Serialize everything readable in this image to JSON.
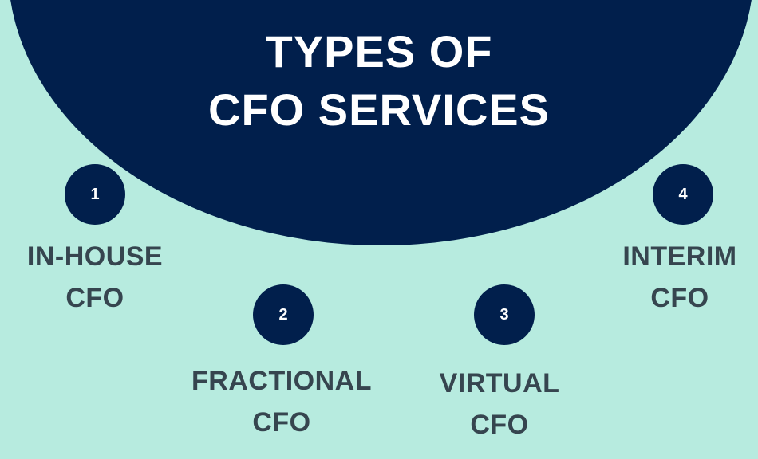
{
  "title": {
    "line1": "TYPES OF",
    "line2": "CFO SERVICES"
  },
  "items": [
    {
      "number": "1",
      "line1": "IN-HOUSE",
      "line2": "CFO"
    },
    {
      "number": "2",
      "line1": "FRACTIONAL",
      "line2": "CFO"
    },
    {
      "number": "3",
      "line1": "VIRTUAL",
      "line2": "CFO"
    },
    {
      "number": "4",
      "line1": "INTERIM",
      "line2": "CFO"
    }
  ],
  "colors": {
    "background": "#b7ebdf",
    "navy": "#011f4c",
    "label_text": "#36454f",
    "title_text": "#ffffff"
  }
}
